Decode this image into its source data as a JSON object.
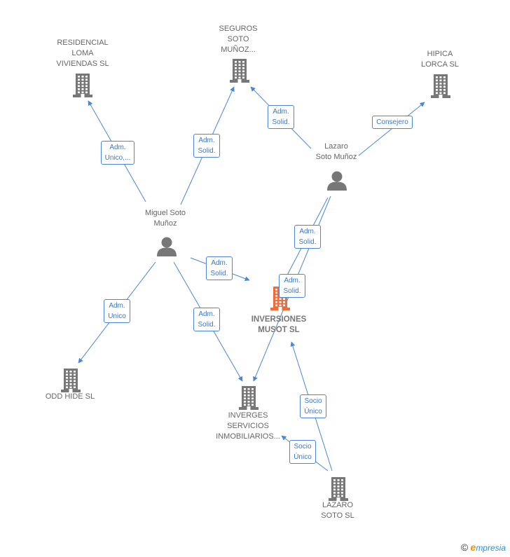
{
  "colors": {
    "edge": "#4a86d6",
    "company": "#777777",
    "main_company": "#f26b3a",
    "person": "#777777"
  },
  "nodes": [
    {
      "id": "residencial",
      "kind": "company",
      "label": "RESIDENCIAL\nLOMA\nVIVIENDAS  SL",
      "icon": "building-icon"
    },
    {
      "id": "seguros",
      "kind": "company",
      "label": "SEGUROS\nSOTO\nMUÑOZ...",
      "icon": "building-icon"
    },
    {
      "id": "hipica",
      "kind": "company",
      "label": "HIPICA\nLORCA SL",
      "icon": "building-icon"
    },
    {
      "id": "lazaro_p",
      "kind": "person",
      "label": "Lazaro\nSoto Muñoz",
      "icon": "person-icon"
    },
    {
      "id": "miguel",
      "kind": "person",
      "label": "Miguel Soto\nMuñoz",
      "icon": "person-icon"
    },
    {
      "id": "inversiones",
      "kind": "main",
      "label": "INVERSIONES\nMUSOT  SL",
      "icon": "building-icon"
    },
    {
      "id": "oddhide",
      "kind": "company",
      "label": "ODD HIDE  SL",
      "icon": "building-icon"
    },
    {
      "id": "inverges",
      "kind": "company",
      "label": "INVERGES\nSERVICIOS\nINMOBILIARIOS...",
      "icon": "building-icon"
    },
    {
      "id": "lazarosl",
      "kind": "company",
      "label": "LAZARO\nSOTO SL",
      "icon": "building-icon"
    }
  ],
  "edge_labels": [
    {
      "id": "e1",
      "text": "Adm.\nUnico,..."
    },
    {
      "id": "e2",
      "text": "Adm.\nSolid."
    },
    {
      "id": "e3",
      "text": "Adm.\nSolid."
    },
    {
      "id": "e4",
      "text": "Consejero"
    },
    {
      "id": "e5",
      "text": "Adm.\nSolid."
    },
    {
      "id": "e6",
      "text": "Adm.\nSolid."
    },
    {
      "id": "e7",
      "text": "Adm.\nUnico"
    },
    {
      "id": "e8",
      "text": "Adm.\nSolid."
    },
    {
      "id": "e9",
      "text": "Adm.\nSolid."
    },
    {
      "id": "e10",
      "text": "Socio\nÚnico"
    },
    {
      "id": "e11",
      "text": "Socio\nÚnico"
    }
  ],
  "footer": {
    "copyright": "©",
    "brand_e": "e",
    "brand_rest": "mpresia"
  }
}
